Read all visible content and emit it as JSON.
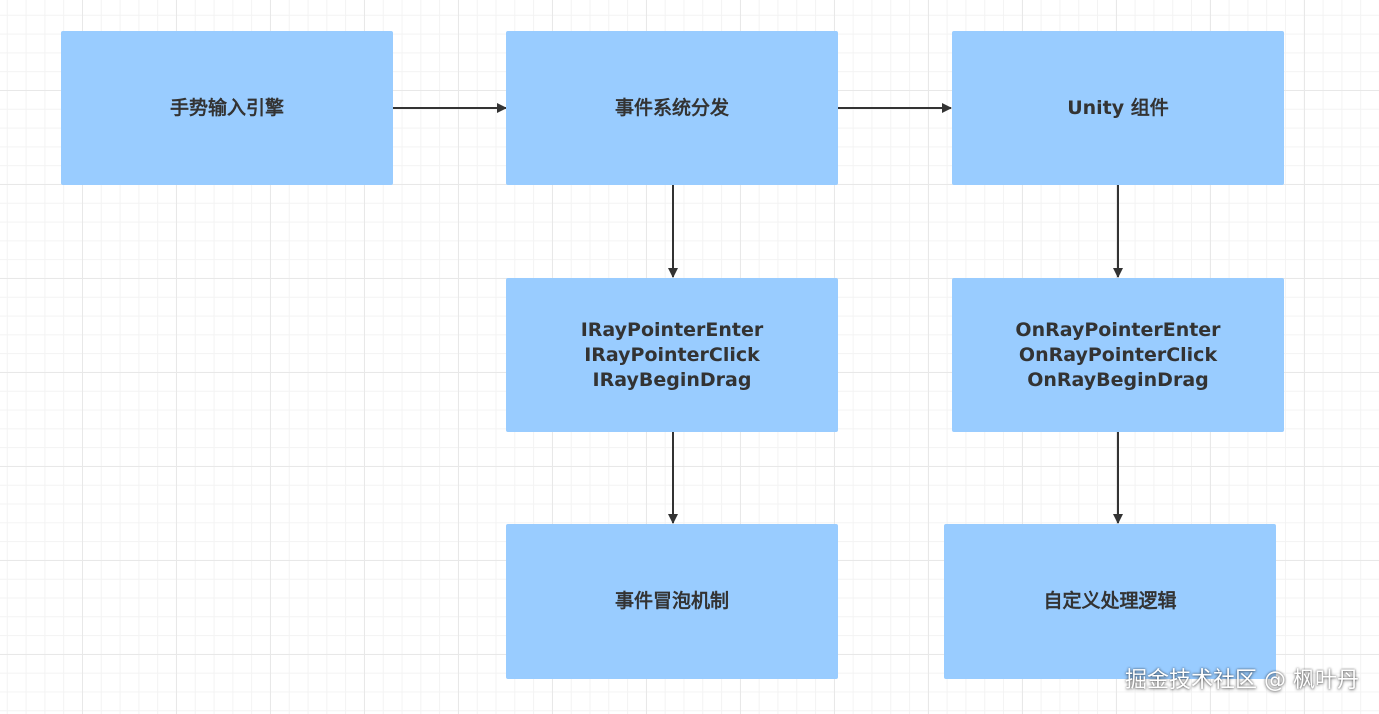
{
  "diagram": {
    "nodes": {
      "gesture_engine": {
        "label": "手势输入引擎"
      },
      "event_dispatch": {
        "label": "事件系统分发"
      },
      "unity_component": {
        "label": "Unity 组件"
      },
      "ray_interfaces": {
        "lines": [
          "IRayPointerEnter",
          "IRayPointerClick",
          "IRayBeginDrag"
        ]
      },
      "on_ray_callbacks": {
        "lines": [
          "OnRayPointerEnter",
          "OnRayPointerClick",
          "OnRayBeginDrag"
        ]
      },
      "event_bubbling": {
        "label": "事件冒泡机制"
      },
      "custom_logic": {
        "label": "自定义处理逻辑"
      }
    },
    "edges": [
      {
        "from": "gesture_engine",
        "to": "event_dispatch"
      },
      {
        "from": "event_dispatch",
        "to": "unity_component"
      },
      {
        "from": "event_dispatch",
        "to": "ray_interfaces"
      },
      {
        "from": "unity_component",
        "to": "on_ray_callbacks"
      },
      {
        "from": "ray_interfaces",
        "to": "event_bubbling"
      },
      {
        "from": "on_ray_callbacks",
        "to": "custom_logic"
      }
    ],
    "colors": {
      "node_fill": "#99ccff",
      "node_text": "#333333",
      "arrow": "#333333"
    }
  },
  "watermark": "掘金技术社区 @ 枫叶丹"
}
